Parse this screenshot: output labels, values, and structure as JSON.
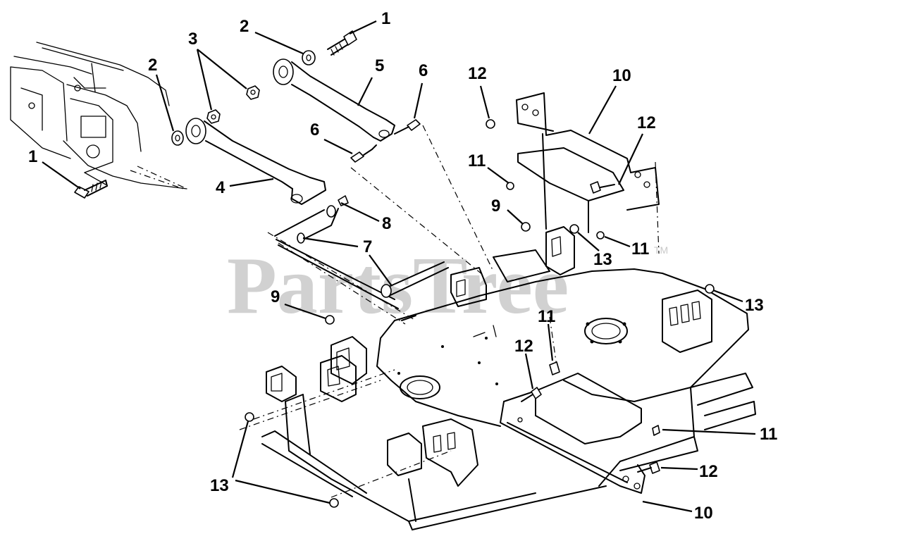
{
  "watermark": {
    "text": "PartsTree",
    "trademark": "TM"
  },
  "callouts": {
    "c1a": "1",
    "c1b": "1",
    "c2a": "2",
    "c2b": "2",
    "c3": "3",
    "c4": "4",
    "c5": "5",
    "c6a": "6",
    "c6b": "6",
    "c7": "7",
    "c8": "8",
    "c9a": "9",
    "c9b": "9",
    "c10a": "10",
    "c10b": "10",
    "c11a": "11",
    "c11b": "11",
    "c11c": "11",
    "c11d": "11",
    "c12a": "12",
    "c12b": "12",
    "c12c": "12",
    "c12d": "12",
    "c13a": "13",
    "c13b": "13",
    "c13c": "13"
  }
}
